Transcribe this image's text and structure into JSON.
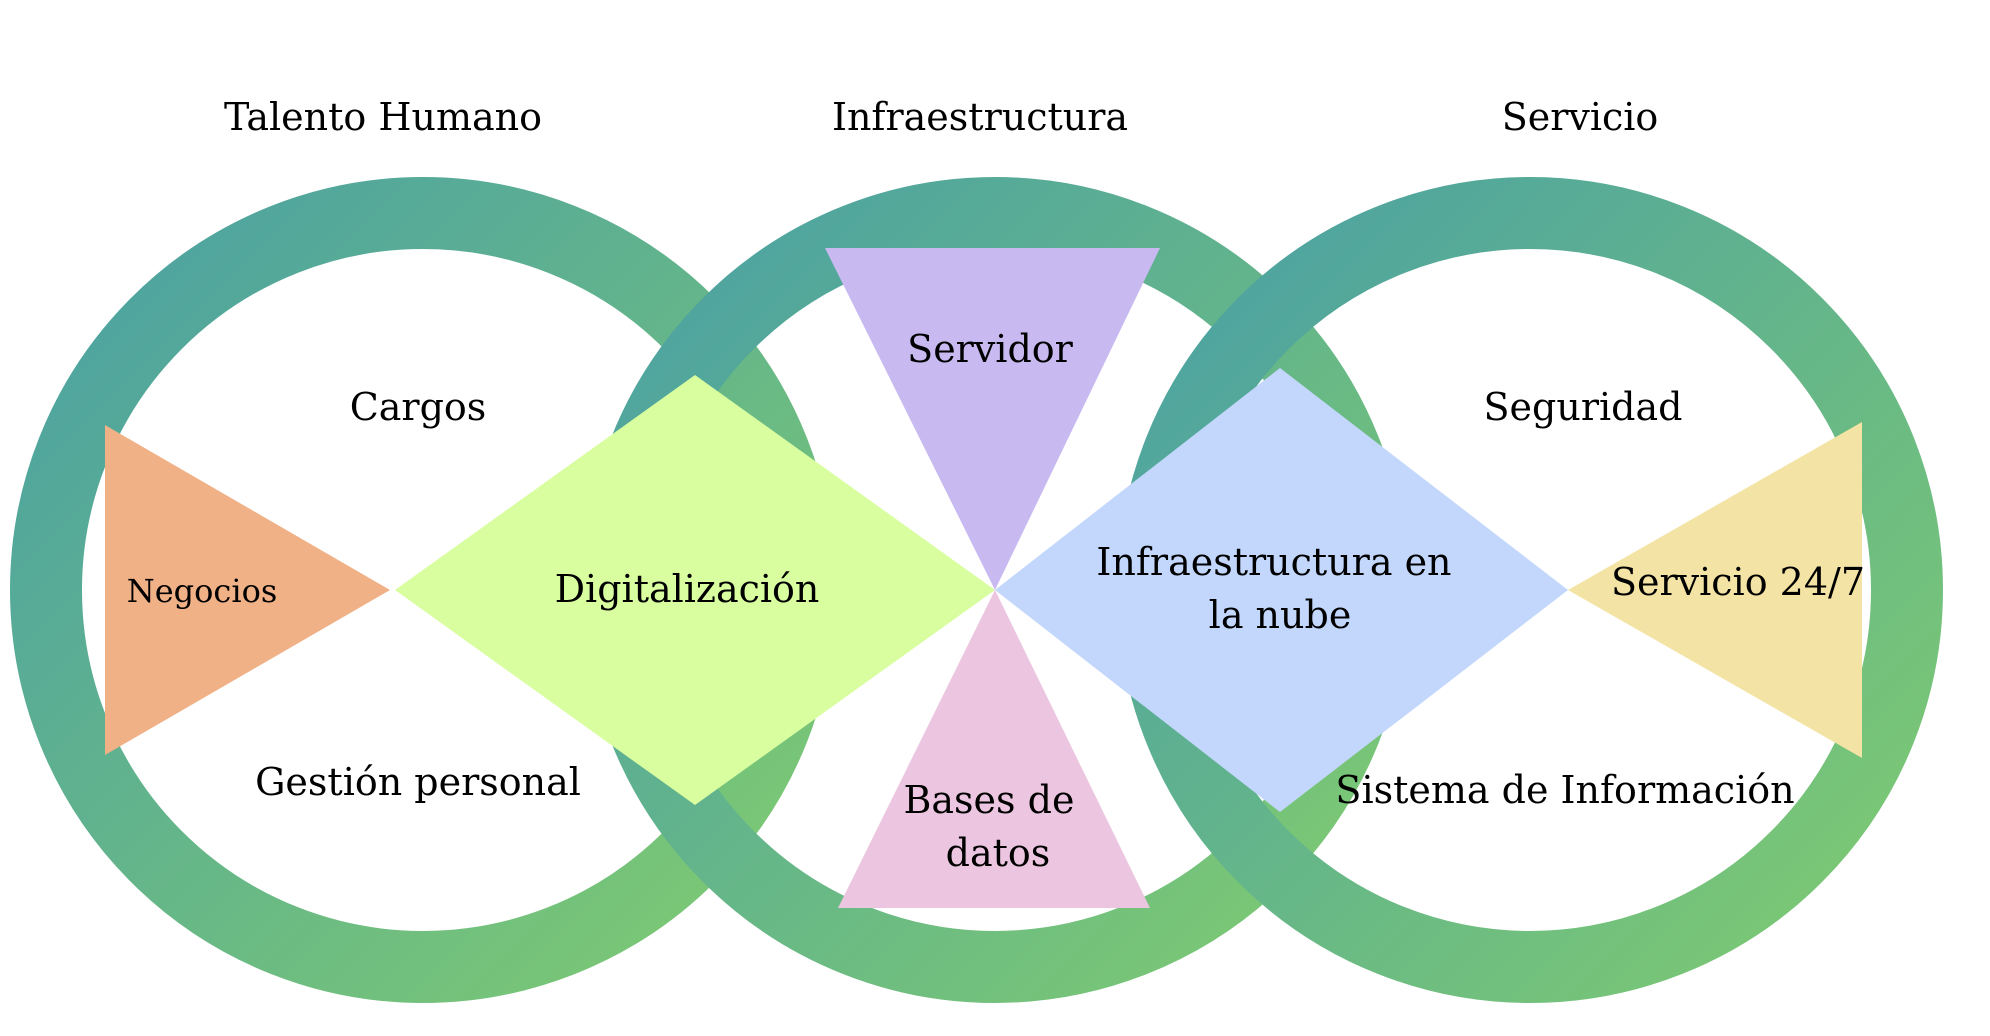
{
  "headings": {
    "left": "Talento Humano",
    "center": "Infraestructura",
    "right": "Servicio"
  },
  "left_circle": {
    "top_label": "Cargos",
    "bottom_label": "Gestión personal",
    "triangle_label": "Negocios"
  },
  "center_circle": {
    "diamond_label": "Digitalización",
    "top_triangle_label": "Servidor",
    "bottom_triangle_label": [
      "Bases de",
      "datos"
    ]
  },
  "right_circle": {
    "top_label": "Seguridad",
    "bottom_label": "Sistema de Información",
    "diamond_label": [
      "Infraestructura en",
      "la nube"
    ],
    "triangle_label": "Servicio 24/7"
  },
  "colors": {
    "ring_start": "#4aa0a4",
    "ring_end": "#7fcb70",
    "triangle_left": "#f0b187",
    "diamond_left": "#d9fea0",
    "triangle_top": "#c8baf0",
    "triangle_bottom": "#ecc6e0",
    "diamond_right": "#c2d7fb",
    "triangle_right": "#f3e3a4"
  }
}
